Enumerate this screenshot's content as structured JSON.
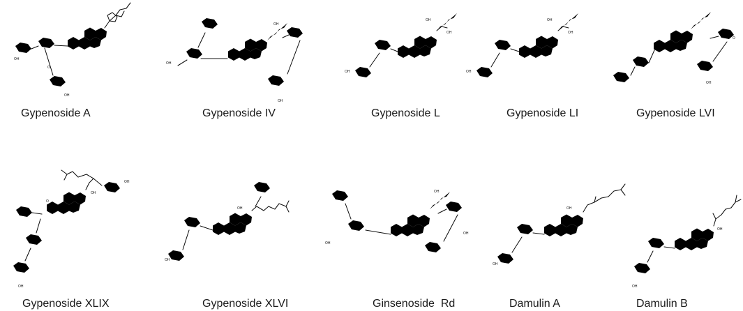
{
  "compounds": [
    {
      "name": "Gypenoside A"
    },
    {
      "name": "Gypenoside IV"
    },
    {
      "name": "Gypenoside L"
    },
    {
      "name": "Gypenoside LI"
    },
    {
      "name": "Gypenoside LVI"
    },
    {
      "name": "Gypenoside XLIX"
    },
    {
      "name": "Gypenoside XLVI"
    },
    {
      "name": "Ginsenoside  Rd"
    },
    {
      "name": "Damulin A"
    },
    {
      "name": "Damulin B"
    }
  ],
  "atom_label": "OH",
  "oxygen_label": "O",
  "colors": {
    "ink": "#111111",
    "background": "#ffffff"
  }
}
